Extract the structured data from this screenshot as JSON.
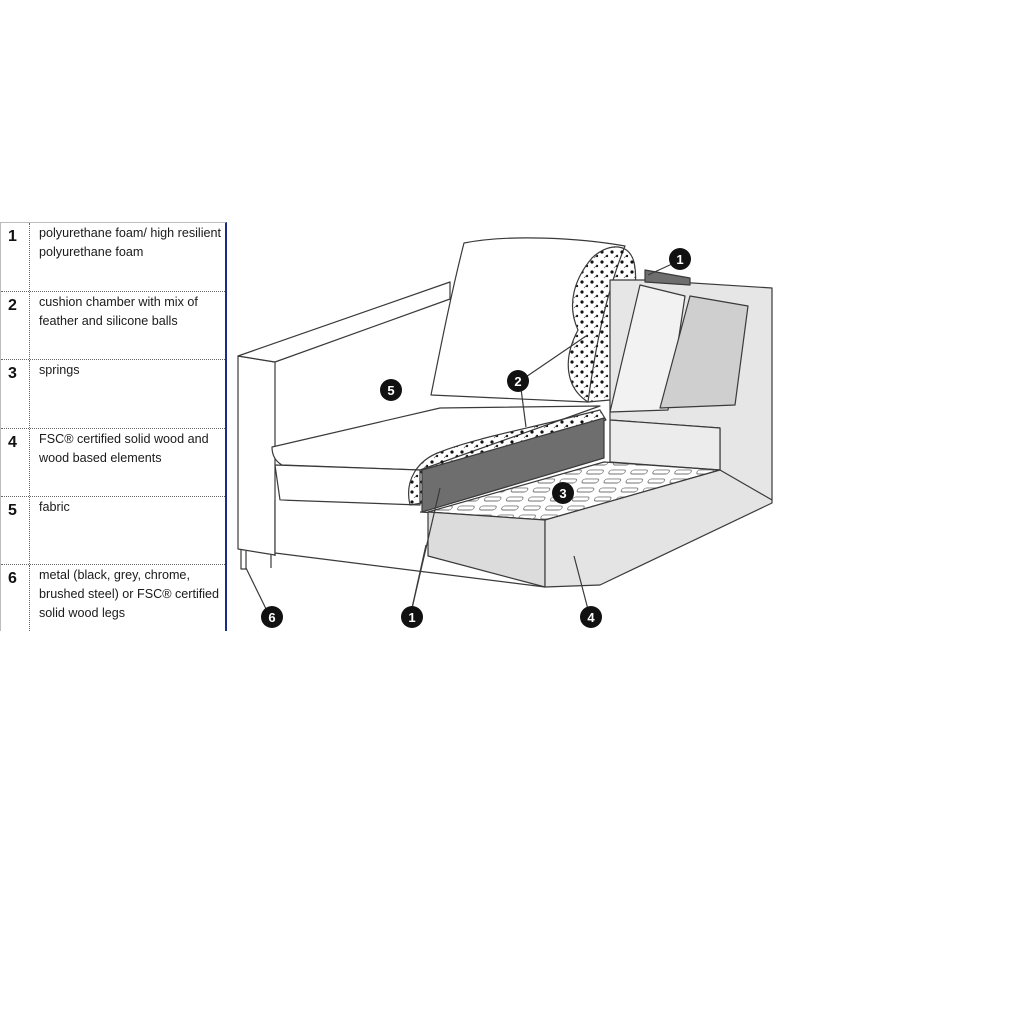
{
  "legend": [
    {
      "num": "1",
      "text": "polyurethane foam/ high resilient polyurethane foam"
    },
    {
      "num": "2",
      "text": "cushion chamber with mix of feather and silicone balls"
    },
    {
      "num": "3",
      "text": "springs"
    },
    {
      "num": "4",
      "text": "FSC® certified solid wood and wood based elements"
    },
    {
      "num": "5",
      "text": "fabric"
    },
    {
      "num": "6",
      "text": "metal (black, grey, chrome, brushed steel) or FSC® certified solid wood legs"
    }
  ],
  "callouts": {
    "c1_top": "1",
    "c2": "2",
    "c5": "5",
    "c3": "3",
    "c1_bottom": "1",
    "c4": "4",
    "c6": "6"
  },
  "colors": {
    "line": "#3a3a3a",
    "panel_fill": "#dcdcdc",
    "wood_fill": "#6e6e6e",
    "accent_border": "#1c2a8a"
  }
}
